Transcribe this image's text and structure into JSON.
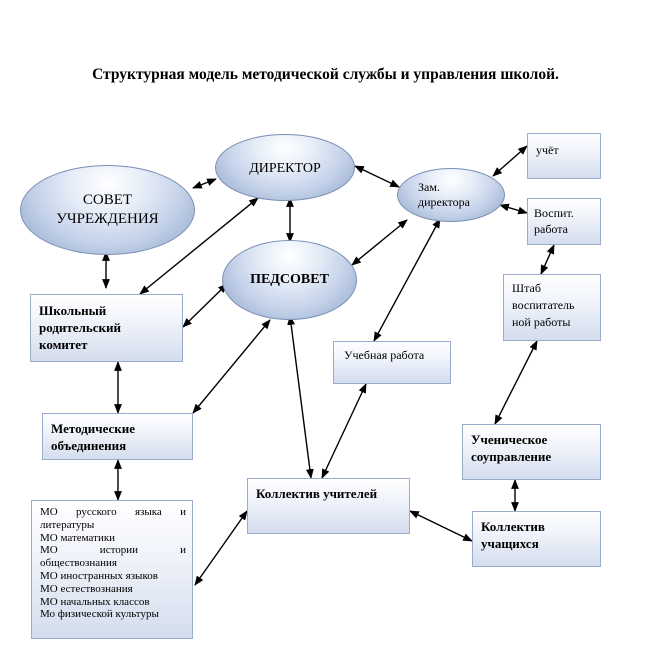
{
  "title": "Структурная модель методической службы и  управления школой.",
  "nodes": {
    "director": "ДИРЕКТОР",
    "sovet_line1": "СОВЕТ",
    "sovet_line2": "УЧРЕЖДЕНИЯ",
    "pedsovet": "ПЕДСОВЕТ",
    "zam_line1": "Зам.",
    "zam_line2": "директора",
    "uchet": "учёт",
    "vosp_line1": "Воспит.",
    "vosp_line2": "работа",
    "shtab_line1": "Штаб",
    "shtab_line2": "воспитатель",
    "shtab_line3": "ной работы",
    "roditel_line1": "Школьный",
    "roditel_line2": "родительский",
    "roditel_line3": "комитет",
    "uchebnaya": "Учебная работа",
    "metod_line1": "Методические",
    "metod_line2": "объединения",
    "kollektiv_uchiteley": "Коллектив учителей",
    "soupravlenie_line1": "Ученическое",
    "soupravlenie_line2": "соуправление",
    "kollektiv_uch_line1": "Коллектив",
    "kollektiv_uch_line2": "учащихся"
  },
  "mo_list": [
    "МО русского языка и",
    "литературы",
    "МО математики",
    "МО истории и",
    "обществознания",
    "МО иностранных языков",
    "МО естествознания",
    "МО начальных классов",
    "Мо физической культуры"
  ],
  "colors": {
    "node_fill": "#c2d0e8",
    "node_border": "#7a90b4",
    "arrow": "#000000"
  }
}
